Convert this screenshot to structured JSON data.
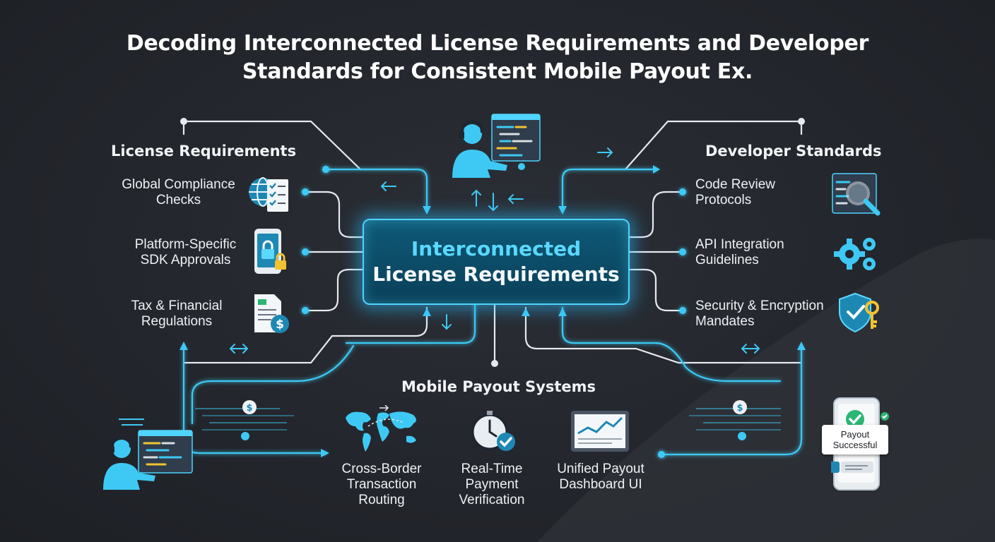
{
  "title": {
    "line1": "Decoding Interconnected License Requirements and Developer",
    "line2": "Standards for Consistent Mobile Payout Ex."
  },
  "hub": {
    "line1": "Interconnected",
    "line2": "License Requirements"
  },
  "license_requirements": {
    "heading": "License Requirements",
    "items": [
      {
        "line1": "Global Compliance",
        "line2": "Checks",
        "icon": "globe-checklist-icon"
      },
      {
        "line1": "Platform-Specific",
        "line2": "SDK Approvals",
        "icon": "phone-lock-icon"
      },
      {
        "line1": "Tax & Financial",
        "line2": "Regulations",
        "icon": "document-dollar-icon"
      }
    ]
  },
  "developer_standards": {
    "heading": "Developer Standards",
    "items": [
      {
        "line1": "Code Review",
        "line2": "Protocols",
        "icon": "code-magnifier-icon"
      },
      {
        "line1": "API Integration",
        "line2": "Guidelines",
        "icon": "gears-icon"
      },
      {
        "line1": "Security & Encryption",
        "line2": "Mandates",
        "icon": "shield-key-icon"
      }
    ]
  },
  "mobile_payout": {
    "heading": "Mobile Payout Systems",
    "items": [
      {
        "line1": "Cross-Border",
        "line2": "Transaction",
        "line3": "Routing",
        "icon": "world-map-icon"
      },
      {
        "line1": "Real-Time",
        "line2": "Payment",
        "line3": "Verification",
        "icon": "clock-check-icon"
      },
      {
        "line1": "Unified Payout",
        "line2": "Dashboard UI",
        "icon": "dashboard-chart-icon"
      }
    ]
  },
  "phone_card": {
    "line1": "Payout",
    "line2": "Successful"
  },
  "colors": {
    "background": "#23262c",
    "wire": "#3ec9f5",
    "wire_dim": "#d8dde3",
    "hub_border": "#4fd3ff",
    "hub_fill": "#0b4a66",
    "accent_cyan": "#5ad8ff",
    "success_green": "#2bb673",
    "key_gold": "#f2c230"
  }
}
